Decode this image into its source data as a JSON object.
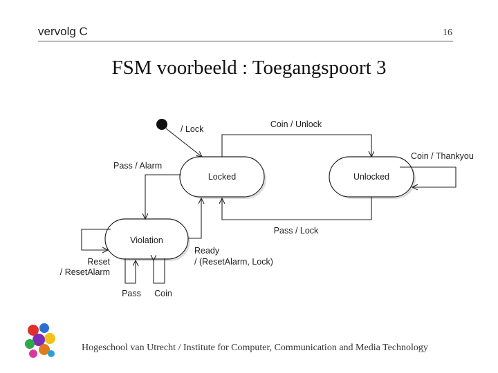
{
  "header": {
    "section": "vervolg C",
    "page_number": "16"
  },
  "title": "FSM voorbeeld : Toegangspoort 3",
  "diagram": {
    "states": {
      "locked": "Locked",
      "unlocked": "Unlocked",
      "violation": "Violation"
    },
    "transitions": {
      "initial": "/ Lock",
      "coin_unlock": "Coin / Unlock",
      "coin_thankyou": "Coin / Thankyou",
      "pass_alarm": "Pass / Alarm",
      "pass_lock": "Pass / Lock",
      "ready_1": "Ready",
      "ready_2": "/ (ResetAlarm, Lock)",
      "reset_1": "Reset",
      "reset_2": "/ ResetAlarm",
      "pass": "Pass",
      "coin": "Coin"
    }
  },
  "footer": "Hogeschool van Utrecht / Institute for Computer, Communication and Media Technology",
  "colors": {
    "stroke": "#222222",
    "state_fill": "#ffffff",
    "state_shadow": "#dddddd"
  }
}
